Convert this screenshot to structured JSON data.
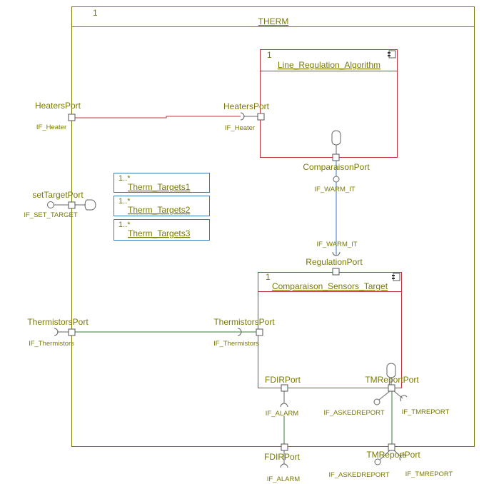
{
  "therm": {
    "multiplicity": "1",
    "name": "THERM"
  },
  "line_reg": {
    "multiplicity": "1",
    "name": "Line_Regulation_Algorithm"
  },
  "comp_sensors": {
    "multiplicity": "1",
    "name": "Comparaison_Sensors_Target"
  },
  "targets": [
    {
      "multiplicity": "1..*",
      "name": "Therm_Targets1"
    },
    {
      "multiplicity": "1..*",
      "name": "Therm_Targets2"
    },
    {
      "multiplicity": "1..*",
      "name": "Therm_Targets3"
    }
  ],
  "ports": {
    "heaters_outer": {
      "name": "HeatersPort",
      "iface": "IF_Heater"
    },
    "heaters_inner": {
      "name": "HeatersPort",
      "iface": "IF_Heater"
    },
    "set_target": {
      "name": "setTargetPort",
      "iface": "IF_SET_TARGET"
    },
    "comparaison": {
      "name": "ComparaisonPort",
      "iface": "IF_WARM_IT"
    },
    "regulation": {
      "name": "RegulationPort",
      "iface": "IF_WARM_IT"
    },
    "thermistors_outer": {
      "name": "ThermistorsPort",
      "iface": "IF_Thermistors"
    },
    "thermistors_inner": {
      "name": "ThermistorsPort",
      "iface": "IF_Thermistors"
    },
    "fdir_inner": {
      "name": "FDIRPort",
      "iface": "IF_ALARM"
    },
    "fdir_outer": {
      "name": "FDIRPort",
      "iface": "IF_ALARM"
    },
    "tm_inner": {
      "name": "TMReportPort",
      "iface_a": "IF_ASKEDREPORT",
      "iface_b": "IF_TMREPORT"
    },
    "tm_outer": {
      "name": "TMReportPort",
      "iface_a": "IF_ASKEDREPORT",
      "iface_b": "IF_TMREPORT"
    }
  },
  "colors": {
    "frame": "#7a7a00",
    "component": "#c0303a",
    "part": "#3a7abf",
    "red_link": "#c0303a",
    "blue_link": "#3a7abf",
    "green_link": "#3a7a3a"
  }
}
